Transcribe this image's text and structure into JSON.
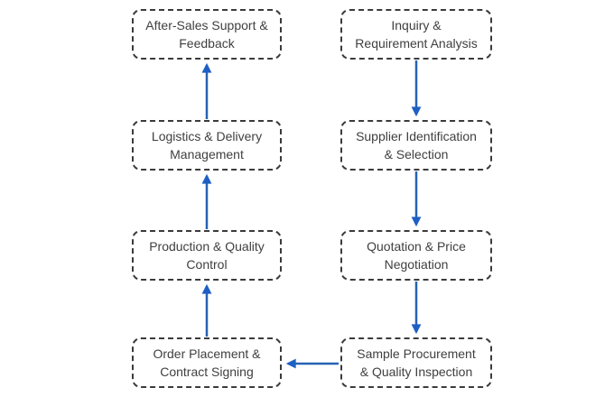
{
  "diagram": {
    "type": "flowchart",
    "nodes": {
      "inquiry": {
        "label": "Inquiry &\nRequirement Analysis"
      },
      "supplier": {
        "label": "Supplier Identification\n& Selection"
      },
      "quotation": {
        "label": "Quotation & Price\nNegotiation"
      },
      "sample": {
        "label": "Sample Procurement\n& Quality Inspection"
      },
      "order": {
        "label": "Order Placement &\nContract Signing"
      },
      "production": {
        "label": "Production & Quality\nControl"
      },
      "logistics": {
        "label": "Logistics & Delivery\nManagement"
      },
      "after_sales": {
        "label": "After-Sales Support &\nFeedback"
      }
    },
    "edges": [
      {
        "from": "inquiry",
        "to": "supplier",
        "direction": "down"
      },
      {
        "from": "supplier",
        "to": "quotation",
        "direction": "down"
      },
      {
        "from": "quotation",
        "to": "sample",
        "direction": "down"
      },
      {
        "from": "sample",
        "to": "order",
        "direction": "left"
      },
      {
        "from": "order",
        "to": "production",
        "direction": "up"
      },
      {
        "from": "production",
        "to": "logistics",
        "direction": "up"
      },
      {
        "from": "logistics",
        "to": "after_sales",
        "direction": "up"
      }
    ]
  },
  "colors": {
    "arrow": "#2563b5",
    "arrow_head": "#1d5fc4",
    "box_border": "#3b3b3b",
    "text": "#3f3f3f",
    "background": "#ffffff"
  }
}
